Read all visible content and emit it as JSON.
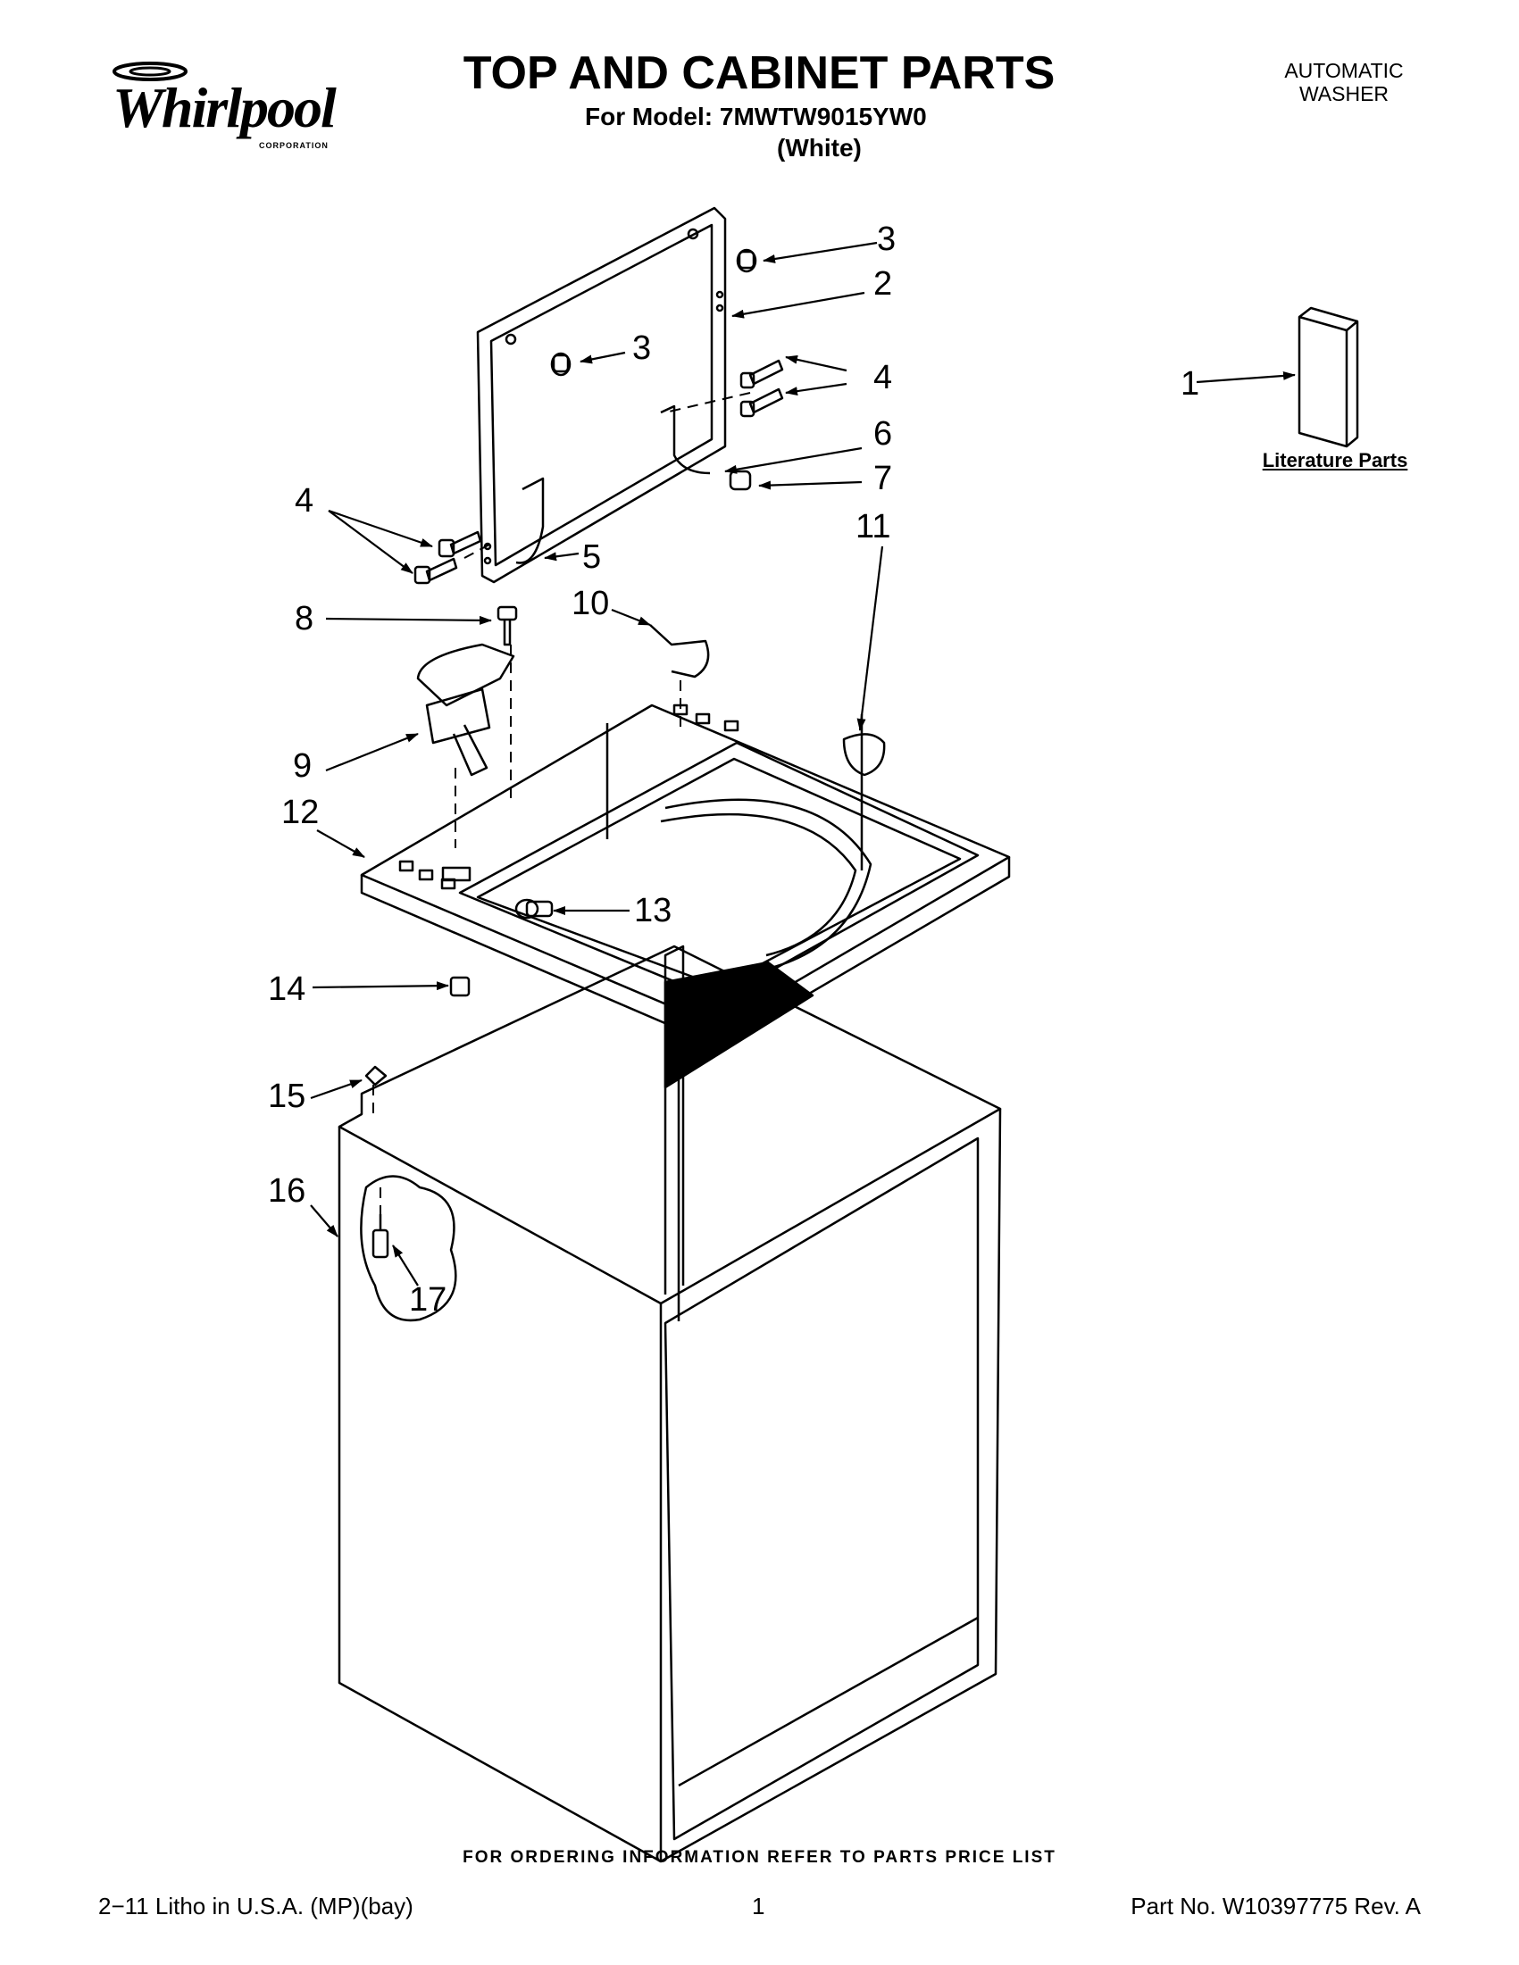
{
  "brand": {
    "name": "Whirlpool",
    "corporation": "CORPORATION"
  },
  "header": {
    "title": "TOP AND CABINET PARTS",
    "model_line": "For Model: 7MWTW9015YW0",
    "color_line": "(White)",
    "doc_type_line1": "AUTOMATIC",
    "doc_type_line2": "WASHER"
  },
  "literature": {
    "label": "Literature Parts"
  },
  "callouts": [
    "1",
    "2",
    "3",
    "3",
    "4",
    "4",
    "5",
    "6",
    "7",
    "8",
    "9",
    "10",
    "11",
    "12",
    "13",
    "14",
    "15",
    "16",
    "17"
  ],
  "footer": {
    "ordering_note": "FOR ORDERING INFORMATION REFER TO PARTS PRICE LIST",
    "litho": "2−11 Litho in U.S.A. (MP)(bay)",
    "page": "1",
    "part_no": "Part No. W10397775 Rev. A"
  }
}
